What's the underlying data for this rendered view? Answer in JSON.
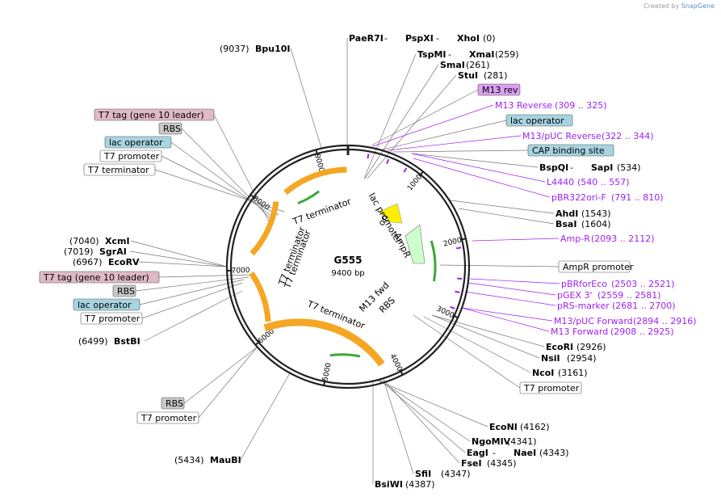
{
  "credit": {
    "prefix": "Created by",
    "brand": "SnapGene"
  },
  "plasmid": {
    "name": "G555",
    "length_label": "9400 bp",
    "length": 9400
  },
  "colors": {
    "orange_feature": "#f5a623",
    "green_arrow": "#3aa83a",
    "yellow_arrow": "#ffee00",
    "ampr_fill": "#ccffcc",
    "primer": "#a020f0",
    "tag_pink": "#e0b9c6",
    "rbs_gray": "#c8c8c8",
    "lac_blue": "#a8d4e2",
    "rev_lilac": "#dba0f0"
  },
  "ticks": [
    "1000",
    "2000",
    "3000",
    "4000",
    "5000",
    "6000",
    "7000",
    "8000",
    "9000"
  ],
  "inner_labels": [
    "ori",
    "lac promoter",
    "AmpR",
    "M13 fwd",
    "RBS",
    "T7 terminator",
    "T7 terminator",
    "T7 terminator",
    "T7 terminator"
  ],
  "annotations": [
    {
      "name": "PaeR7I",
      "sep": " - ",
      "name2": "PspXI",
      "sep2": " - ",
      "name3": "XhoI",
      "pos": "(0)"
    },
    {
      "name": "TspMI",
      "sep": " - ",
      "name2": "XmaI",
      "pos": "(259)"
    },
    {
      "name": "SmaI",
      "pos": "(261)"
    },
    {
      "name": "StuI",
      "pos": "(281)"
    },
    {
      "box": "M13 rev"
    },
    {
      "feature": "M13 Reverse",
      "pos": "(309 .. 325)"
    },
    {
      "box": "lac operator"
    },
    {
      "feature": "M13/pUC Reverse",
      "pos": "(322 .. 344)"
    },
    {
      "box": "CAP binding site"
    },
    {
      "name": "BspQI",
      "sep": " - ",
      "name2": "SapI",
      "pos": "(534)"
    },
    {
      "feature": "L4440",
      "pos": "(540 .. 557)"
    },
    {
      "feature": "pBR322ori-F",
      "pos": "(791 .. 810)"
    },
    {
      "name": "AhdI",
      "pos": "(1543)"
    },
    {
      "name": "BsaI",
      "pos": "(1604)"
    },
    {
      "feature": "Amp-R",
      "pos": "(2093 .. 2112)"
    },
    {
      "box": "AmpR promoter"
    },
    {
      "feature": "pBRforEco",
      "pos": "(2503 .. 2521)"
    },
    {
      "feature": "pGEX 3'",
      "pos": "(2559 .. 2581)"
    },
    {
      "feature": "pRS-marker",
      "pos": "(2681 .. 2700)"
    },
    {
      "feature": "M13/pUC Forward",
      "pos": "(2894 .. 2916)"
    },
    {
      "feature": "M13 Forward",
      "pos": "(2908 .. 2925)"
    },
    {
      "name": "EcoRI",
      "pos": "(2926)"
    },
    {
      "name": "NsiI",
      "pos": "(2954)"
    },
    {
      "name": "NcoI",
      "pos": "(3161)"
    },
    {
      "box": "T7 promoter"
    },
    {
      "name": "EcoNI",
      "pos": "(4162)"
    },
    {
      "name": "NgoMIV",
      "pos": "(4341)"
    },
    {
      "name": "EagI",
      "sep": " - ",
      "name2": "NaeI",
      "pos": "(4343)"
    },
    {
      "name": "FseI",
      "pos": "(4345)"
    },
    {
      "name": "SfiI",
      "pos": "(4347)"
    },
    {
      "name": "BsiWI",
      "pos": "(4387)"
    },
    {
      "name": "MauBI",
      "pos": "(5434)"
    },
    {
      "box": "T7 promoter"
    },
    {
      "box": "RBS"
    },
    {
      "name": "BstBI",
      "pos": "(6499)"
    },
    {
      "box": "T7 promoter"
    },
    {
      "box": "lac operator"
    },
    {
      "box": "RBS"
    },
    {
      "box": "T7 tag (gene 10 leader)"
    },
    {
      "name": "EcoRV",
      "pos": "(6967)"
    },
    {
      "name": "SgrAI",
      "pos": "(7019)"
    },
    {
      "name": "XcmI",
      "pos": "(7040)"
    },
    {
      "box": "T7 terminator"
    },
    {
      "box": "T7 promoter"
    },
    {
      "box": "lac operator"
    },
    {
      "box": "RBS"
    },
    {
      "box": "T7 tag (gene 10 leader)"
    },
    {
      "name": "Bpu10I",
      "pos": "(9037)"
    }
  ]
}
